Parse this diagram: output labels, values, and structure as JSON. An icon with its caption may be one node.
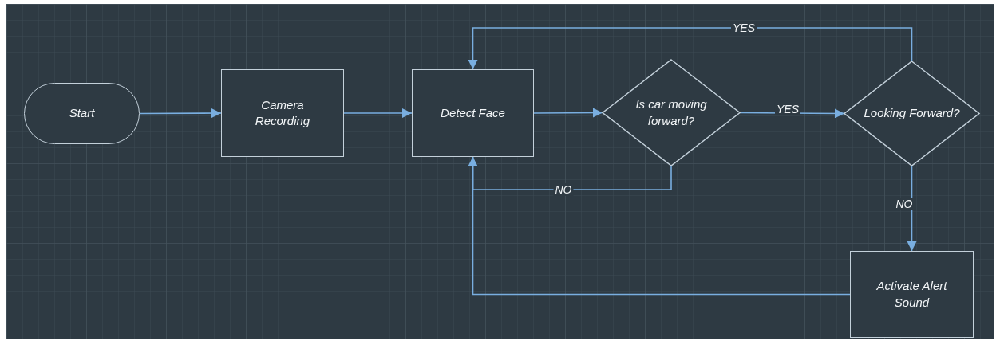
{
  "diagram": {
    "nodes": [
      {
        "text": [
          "Start"
        ]
      },
      {
        "text": [
          "Camera Recording"
        ]
      },
      {
        "text": [
          "Detect Face"
        ]
      },
      {
        "text": [
          "Is car moving forward?"
        ]
      },
      {
        "text": [
          "Looking Forward?"
        ]
      },
      {
        "text": [
          "Activate Alert Sound"
        ]
      }
    ],
    "edges": [
      {
        "from": 0,
        "to": 1,
        "arrow": "to"
      },
      {
        "from": 1,
        "to": 2,
        "arrow": "to"
      },
      {
        "from": 2,
        "to": 3,
        "arrow": "to"
      },
      {
        "from": 3,
        "to": 4,
        "arrow": "to",
        "label": "YES"
      },
      {
        "from": 4,
        "to": 2,
        "arrow": "to",
        "label": "YES"
      },
      {
        "from": 3,
        "to": 2,
        "arrow": "to",
        "label": "NO"
      },
      {
        "from": 4,
        "to": 5,
        "arrow": "to",
        "label": "NO"
      },
      {
        "from": 5,
        "to": 2,
        "arrow": "to"
      }
    ]
  }
}
